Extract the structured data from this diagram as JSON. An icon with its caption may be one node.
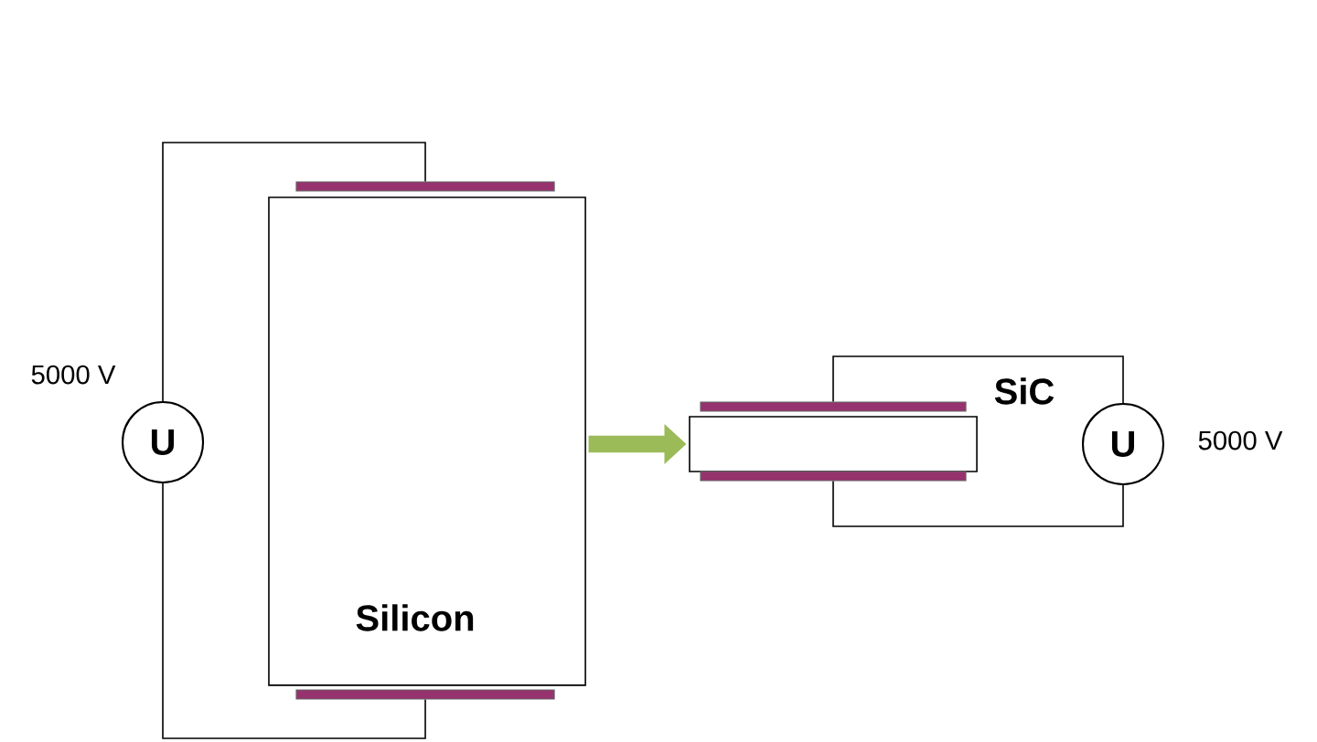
{
  "diagram": {
    "nodes": [
      {
        "text": [
          "U"
        ],
        "beside": [
          "5000 V"
        ]
      },
      {
        "text": [
          "Silicon"
        ]
      },
      {
        "text": [],
        "shape": "bar"
      },
      {
        "text": [],
        "shape": "bar"
      },
      {
        "text": [],
        "shape": "box"
      },
      {
        "text": [],
        "shape": "bar"
      },
      {
        "text": [],
        "shape": "bar"
      },
      {
        "text": [
          "U"
        ],
        "beside": [
          "5000 V"
        ]
      }
    ],
    "edges": [
      {
        "from": 0,
        "to": 2,
        "arrow": "none"
      },
      {
        "from": 0,
        "to": 3,
        "arrow": "none"
      },
      {
        "from": 1,
        "to": 4,
        "arrow": "to",
        "style": "thick",
        "color": "#9bbb59"
      },
      {
        "from": 7,
        "to": 5,
        "arrow": "none"
      },
      {
        "from": 7,
        "to": 6,
        "arrow": "none"
      }
    ],
    "labels": [
      "SiC"
    ]
  }
}
